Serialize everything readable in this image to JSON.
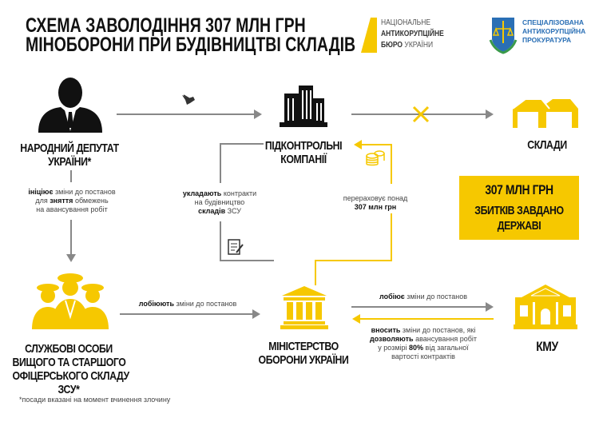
{
  "title": {
    "line1": "СХЕМА ЗАВОЛОДІННЯ 307 МЛН ГРН",
    "line2": "МІНОБОРОНИ ПРИ БУДІВНИЦТВІ СКЛАДІВ"
  },
  "logos": {
    "nabu": {
      "line1": "НАЦІОНАЛЬНЕ",
      "line2": "АНТИКОРУПЦІЙНЕ",
      "line3a": "БЮРО",
      "line3b": "УКРАЇНИ"
    },
    "sap": {
      "line1": "СПЕЦІАЛІЗОВАНА",
      "line2": "АНТИКОРУПЦІЙНА",
      "line3": "ПРОКУРАТУРА"
    }
  },
  "nodes": {
    "deputy": {
      "line1": "НАРОДНИЙ ДЕПУТАТ",
      "line2": "УКРАЇНИ*"
    },
    "companies": {
      "line1": "ПІДКОНТРОЛЬНІ",
      "line2": "КОМПАНІЇ"
    },
    "warehouses": {
      "label": "СКЛАДИ"
    },
    "officers": {
      "line1": "СЛУЖБОВІ ОСОБИ",
      "line2": "ВИЩОГО ТА СТАРШОГО",
      "line3": "ОФІЦЕРСЬКОГО СКЛАДУ",
      "line4": "ЗСУ*"
    },
    "ministry": {
      "line1": "МІНІСТЕРСТВО",
      "line2": "ОБОРОНИ УКРАЇНИ"
    },
    "kmu": {
      "label": "КМУ"
    }
  },
  "damage": {
    "line1": "307 МЛН ГРН",
    "line2": "ЗБИТКІВ ЗАВДАНО",
    "line3": "ДЕРЖАВІ"
  },
  "edges": {
    "initiates": {
      "b1": "ініціює",
      "t1": " зміни до постанов",
      "t2a": "для ",
      "b2": "зняття",
      "t2b": " обмежень",
      "t3": "на авансування робіт"
    },
    "contracts": {
      "b1": "укладають",
      "t1": " контракти",
      "t2": "на будівництво",
      "b3": "складів",
      "t3": " ЗСУ"
    },
    "transfers": {
      "t1": "перераховує понад",
      "b2": "307 млн грн"
    },
    "lobby_officers": {
      "b": "лобіюють",
      "t": " зміни до постанов"
    },
    "lobby_ministry": {
      "b": "лобіює",
      "t": " зміни до постанов"
    },
    "amends": {
      "b1": "вносить",
      "t1": " зміни до постанов, які",
      "b2": "дозволяють",
      "t2": " авансування робіт",
      "t3a": "у розмірі ",
      "b3": "80%",
      "t3b": " від загальної",
      "t4": "вартості контрактів"
    }
  },
  "footnote": "*посади вказані на момент вчинення злочину",
  "colors": {
    "yellow": "#f6c800",
    "gray": "#888888"
  }
}
